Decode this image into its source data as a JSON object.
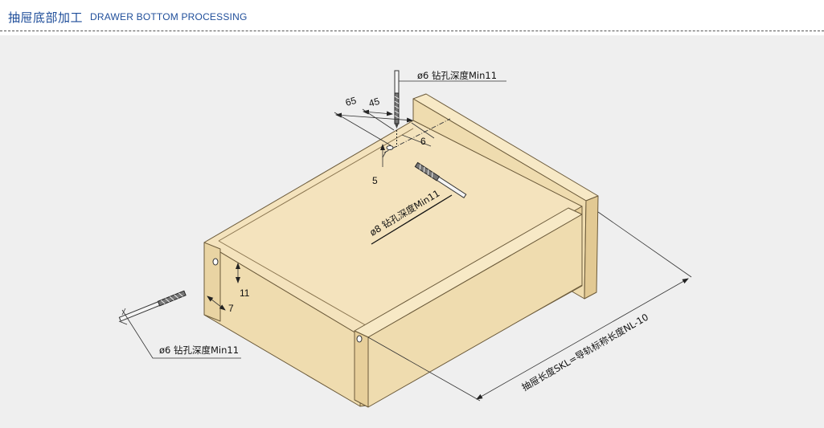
{
  "header": {
    "title_cn": "抽屉底部加工",
    "title_en": "DRAWER BOTTOM PROCESSING"
  },
  "colors": {
    "title": "#1f4e9a",
    "wood_top": "#f4e3bd",
    "wood_side": "#efdcaf",
    "wood_edge": "#e7cf9a",
    "panel_bg": "#efefef"
  },
  "annotations": {
    "drill_top": "ø6 钻孔深度Min11",
    "drill_center": "ø8 钻孔深度Min11",
    "drill_left": "ø6 钻孔深度Min11",
    "dim_65": "65",
    "dim_45": "45",
    "dim_6": "6",
    "dim_5": "5",
    "dim_11": "11",
    "dim_7": "7",
    "length_formula": "抽屉长度SKL=导轨标称长度NL-10"
  }
}
